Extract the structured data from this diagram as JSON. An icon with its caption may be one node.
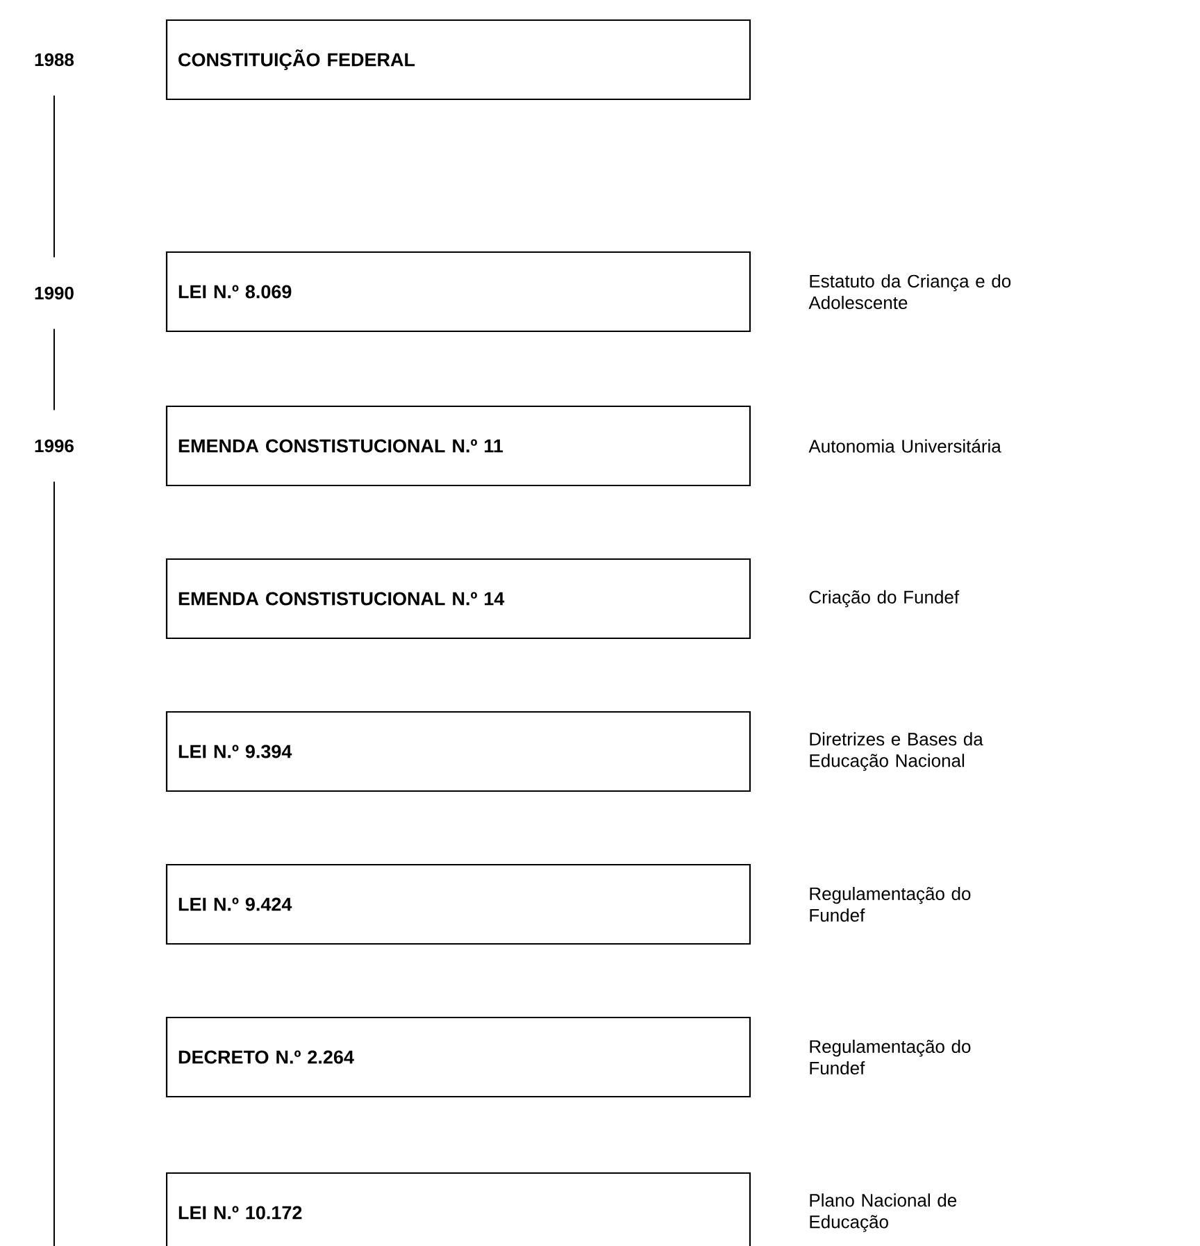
{
  "diagram": {
    "nodes": [
      {
        "text": [
          "1988"
        ]
      },
      {
        "text": [
          "CONSTITUIÇÃO FEDERAL"
        ]
      },
      {
        "text": [
          "1990"
        ]
      },
      {
        "text": [
          "LEI N.º 8.069"
        ],
        "beside": [
          "Estatuto da Criança e do Adolescente"
        ]
      },
      {
        "text": [
          "1996"
        ]
      },
      {
        "text": [
          "EMENDA CONSTISTUCIONAL N.º 11"
        ],
        "beside": [
          "Autonomia Universitária"
        ]
      },
      {
        "text": [
          "EMENDA CONSTISTUCIONAL N.º 14"
        ],
        "beside": [
          "Criação do Fundef"
        ]
      },
      {
        "text": [
          "LEI N.º 9.394"
        ],
        "beside": [
          "Diretrizes e Bases da Educação Nacional"
        ]
      },
      {
        "text": [
          "LEI N.º 9.424"
        ],
        "beside": [
          "Regulamentação do Fundef"
        ]
      },
      {
        "text": [
          "DECRETO N.º 2.264"
        ],
        "beside": [
          "Regulamentação do Fundef"
        ]
      },
      {
        "text": [
          "LEI N.º 10.172"
        ],
        "beside": [
          "Plano Nacional de Educação"
        ]
      }
    ],
    "edges": [
      {
        "from": 0,
        "to": 2,
        "arrow": "none"
      },
      {
        "from": 2,
        "to": 4,
        "arrow": "none"
      },
      {
        "from": 4,
        "to": null,
        "arrow": "none"
      }
    ]
  }
}
